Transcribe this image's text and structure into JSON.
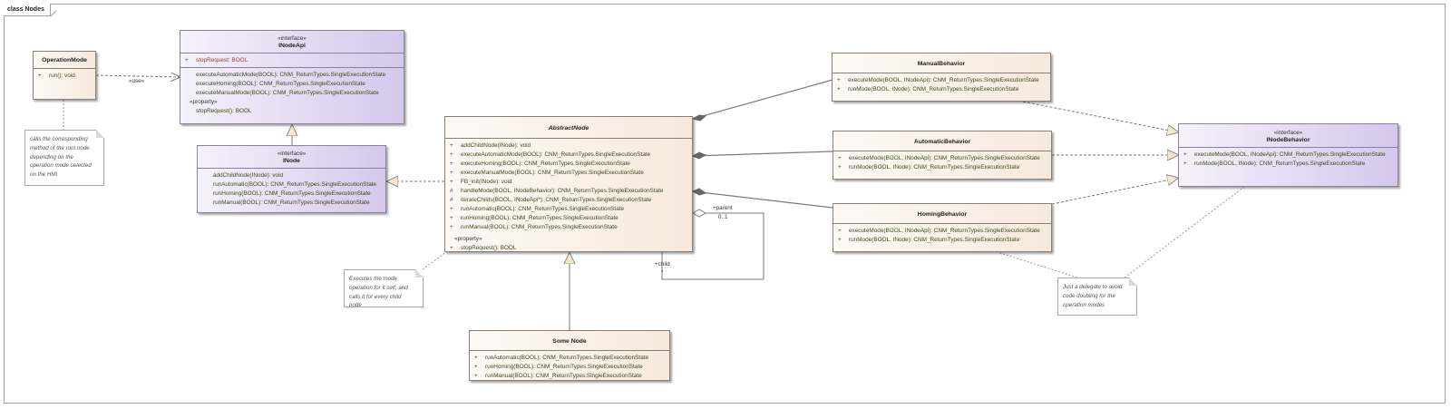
{
  "frame": {
    "title": "class Nodes"
  },
  "classes": {
    "operation_mode": {
      "name": "OperationMode",
      "methods": [
        {
          "vis": "+",
          "sig": "run(): void"
        }
      ]
    },
    "inode_api": {
      "stereotype": "«interface»",
      "name": "INodeApi",
      "attributes": [
        {
          "vis": "+",
          "sig": "stopRequest: BOOL"
        }
      ],
      "methods": [
        {
          "vis": "",
          "sig": "executeAutomaticMode(BOOL): CNM_ReturnTypes.SingleExecutionState"
        },
        {
          "vis": "",
          "sig": "executeHoming(BOOL): CNM_ReturnTypes.SingleExecutionState"
        },
        {
          "vis": "",
          "sig": "executeManualMode(BOOL): CNM_ReturnTypes.SingleExecutionState"
        }
      ],
      "property_label": "«property»",
      "properties": [
        {
          "vis": "",
          "sig": "stopRequest(): BOOL"
        }
      ]
    },
    "inode": {
      "stereotype": "«interface»",
      "name": "INode",
      "methods": [
        {
          "vis": "",
          "sig": "addChildNode(INode): void"
        },
        {
          "vis": "",
          "sig": "runAutomatic(BOOL): CNM_ReturnTypes.SingleExecutionState"
        },
        {
          "vis": "",
          "sig": "runHoming(BOOL): CNM_ReturnTypes.SingleExecutionState"
        },
        {
          "vis": "",
          "sig": "runManual(BOOL): CNM_ReturnTypes.SingleExecutionState"
        }
      ]
    },
    "abstract_node": {
      "name": "AbstractNode",
      "methods": [
        {
          "vis": "+",
          "sig": "addChildNode(INode): void"
        },
        {
          "vis": "+",
          "sig": "executeAutomaticMode(BOOL): CNM_ReturnTypes.SingleExecutionState"
        },
        {
          "vis": "+",
          "sig": "executeHoming(BOOL): CNM_ReturnTypes.SingleExecutionState"
        },
        {
          "vis": "+",
          "sig": "executeManualMode(BOOL): CNM_ReturnTypes.SingleExecutionState"
        },
        {
          "vis": "+",
          "sig": "FB_init(INode): void"
        },
        {
          "vis": "#",
          "sig": "handleMode(BOOL, INodeBehavior): CNM_ReturnTypes.SingleExecutionState"
        },
        {
          "vis": "#",
          "sig": "iterateChilds(BOOL, INodeApi*): CNM_ReturnTypes.SingleExecutionState"
        },
        {
          "vis": "+",
          "sig": "runAutomatic(BOOL): CNM_ReturnTypes.SingleExecutionState"
        },
        {
          "vis": "+",
          "sig": "runHoming(BOOL): CNM_ReturnTypes.SingleExecutionState"
        },
        {
          "vis": "+",
          "sig": "runManual(BOOL): CNM_ReturnTypes.SingleExecutionState"
        }
      ],
      "property_label": "«property»",
      "properties": [
        {
          "vis": "+",
          "sig": "stopRequest(): BOOL"
        }
      ]
    },
    "some_node": {
      "name": "Some Node",
      "methods": [
        {
          "vis": "+",
          "sig": "runAutomatic(BOOL): CNM_ReturnTypes.SingleExecutionState"
        },
        {
          "vis": "+",
          "sig": "runHoming(BOOL): CNM_ReturnTypes.SingleExecutionState"
        },
        {
          "vis": "+",
          "sig": "runManual(BOOL): CNM_ReturnTypes.SingleExecutionState"
        }
      ]
    },
    "manual_behavior": {
      "name": "ManualBehavior",
      "methods": [
        {
          "vis": "+",
          "sig": "executeMode(BOOL, INodeApi): CNM_ReturnTypes.SingleExecutionState"
        },
        {
          "vis": "+",
          "sig": "runMode(BOOL, INode): CNM_ReturnTypes.SingleExecutionState"
        }
      ]
    },
    "automatic_behavior": {
      "name": "AutomaticBehavior",
      "methods": [
        {
          "vis": "+",
          "sig": "executeMode(BOOL, INodeApi): CNM_ReturnTypes.SingleExecutionState"
        },
        {
          "vis": "+",
          "sig": "runMode(BOOL, INode): CNM_ReturnTypes.SingleExecutionState"
        }
      ]
    },
    "homing_behavior": {
      "name": "HomingBehavior",
      "methods": [
        {
          "vis": "+",
          "sig": "executeMode(BOOL, INodeApi): CNM_ReturnTypes.SingleExecutionState"
        },
        {
          "vis": "+",
          "sig": "runMode(BOOL, INode): CNM_ReturnTypes.SingleExecutionState"
        }
      ]
    },
    "inode_behavior": {
      "stereotype": "«interface»",
      "name": "INodeBehavior",
      "methods": [
        {
          "vis": "+",
          "sig": "executeMode(BOOL, INodeApi): CNM_ReturnTypes.SingleExecutionState"
        },
        {
          "vis": "+",
          "sig": "runMode(BOOL, INode): CNM_ReturnTypes.SingleExecutionState"
        }
      ]
    }
  },
  "notes": {
    "operation_mode_note": [
      "calls the corresponding",
      "method of the root node",
      "depending on the",
      "operation mode selected",
      "on the HMI"
    ],
    "abstract_node_note": [
      "Executes the mode",
      "operation for it self, and",
      "calls it for every child node"
    ],
    "behavior_note": [
      "Just a delegate to avoid",
      "code doubling for the",
      "operation modes"
    ]
  },
  "labels": {
    "use": "«use»",
    "parent_role": "+parent",
    "parent_mult": "0..1",
    "child_role": "+child",
    "child_mult": "*"
  },
  "colors": {
    "class_fill": "#f7e9db",
    "interface_fill": "#d6c7ec",
    "method_text": "#3b4a1e",
    "attribute_text": "#9b3d2d",
    "connector": "#7a7a7a"
  }
}
